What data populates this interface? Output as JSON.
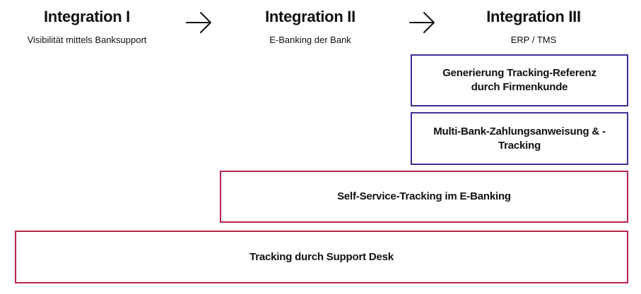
{
  "stages": [
    {
      "title": "Integration I",
      "subtitle": "Visibilität mittels Banksupport"
    },
    {
      "title": "Integration II",
      "subtitle": "E-Banking der Bank"
    },
    {
      "title": "Integration III",
      "subtitle": "ERP / TMS"
    }
  ],
  "boxes": {
    "tracking_reference": "Generierung Tracking-Referenz durch Firmenkunde",
    "multi_bank": "Multi-Bank-Zahlungsanweisung & -Tracking",
    "self_service": "Self-Service-Tracking im E-Banking",
    "support_desk": "Tracking durch Support Desk"
  },
  "icons": {
    "stage_transition": "arrow-right-icon"
  },
  "colors": {
    "erp_box_border": "#3f2f96",
    "bank_box_border": "#b8244a",
    "text": "#111111"
  }
}
